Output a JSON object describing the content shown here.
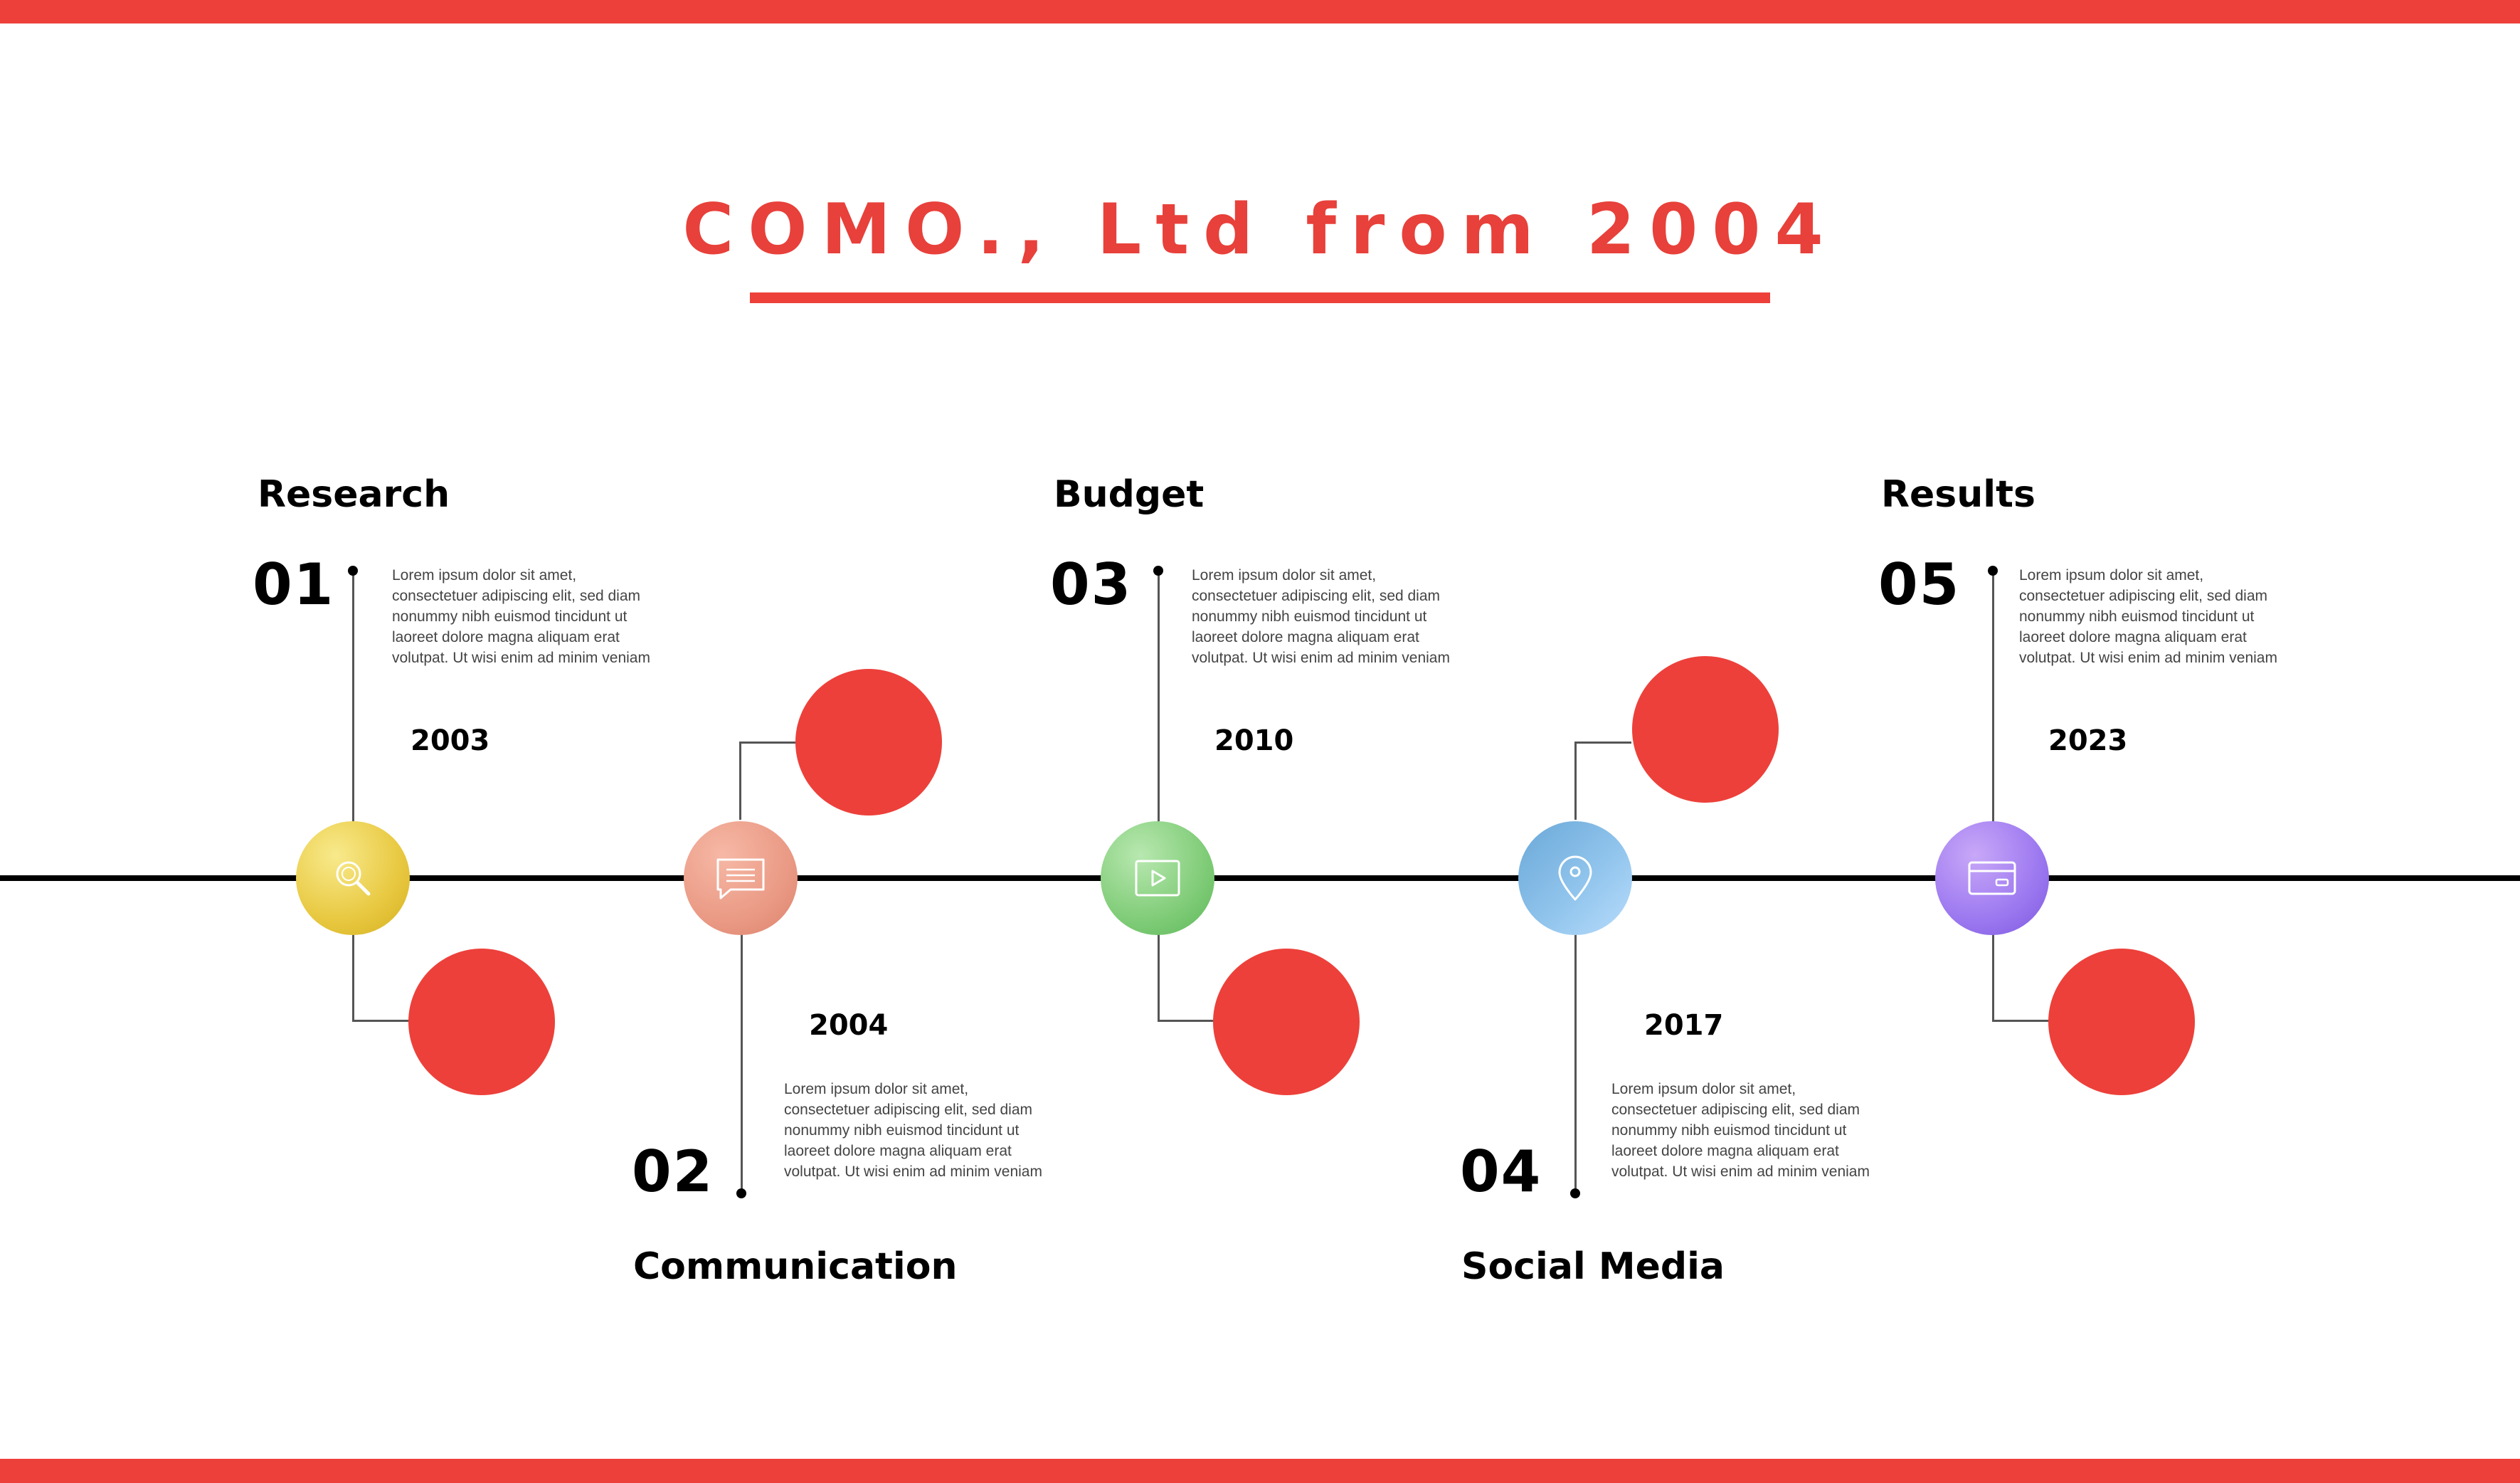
{
  "title": "COMO., Ltd from 2004",
  "colors": {
    "accent": "#ed403a",
    "axis": "#000000"
  },
  "stages": [
    {
      "num": "01",
      "title": "Research",
      "year": "2003",
      "desc": "Lorem ipsum dolor sit amet, consectetuer adipiscing elit, sed diam nonummy nibh euismod tincidunt ut laoreet dolore magna aliquam erat volutpat. Ut wisi enim ad minim veniam",
      "icon": "search-icon"
    },
    {
      "num": "02",
      "title": "Communication",
      "year": "2004",
      "desc": "Lorem ipsum dolor sit amet, consectetuer adipiscing elit, sed diam nonummy nibh euismod tincidunt ut laoreet dolore magna aliquam erat volutpat. Ut wisi enim ad minim veniam",
      "icon": "chat-icon"
    },
    {
      "num": "03",
      "title": "Budget",
      "year": "2010",
      "desc": "Lorem ipsum dolor sit amet, consectetuer adipiscing elit, sed diam nonummy nibh euismod tincidunt ut laoreet dolore magna aliquam erat volutpat. Ut wisi enim ad minim veniam",
      "icon": "play-icon"
    },
    {
      "num": "04",
      "title": "Social Media",
      "year": "2017",
      "desc": "Lorem ipsum dolor sit amet, consectetuer adipiscing elit, sed diam nonummy nibh euismod tincidunt ut laoreet dolore magna aliquam erat volutpat. Ut wisi enim ad minim veniam",
      "icon": "location-pin-icon"
    },
    {
      "num": "05",
      "title": "Results",
      "year": "2023",
      "desc": "Lorem ipsum dolor sit amet, consectetuer adipiscing elit, sed diam nonummy nibh euismod tincidunt ut laoreet dolore magna aliquam erat volutpat. Ut wisi enim ad minim veniam",
      "icon": "credit-card-icon"
    }
  ]
}
